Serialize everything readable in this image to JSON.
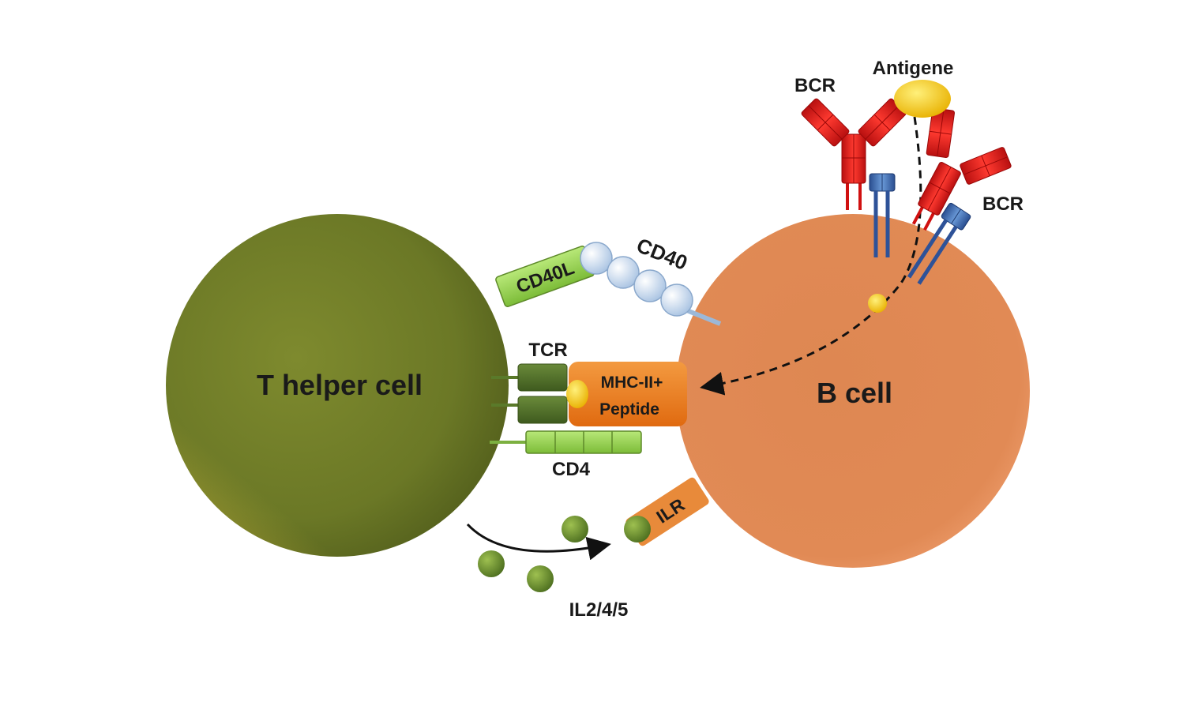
{
  "labels": {
    "t_helper_cell": "T helper cell",
    "b_cell": "B cell",
    "cd40l": "CD40L",
    "cd40": "CD40",
    "tcr": "TCR",
    "mhc_line1": "MHC-II+",
    "mhc_line2": "Peptide",
    "cd4": "CD4",
    "ilr": "ILR",
    "interleukins": "IL2/4/5",
    "antigen": "Antigene",
    "bcr_left": "BCR",
    "bcr_right": "BCR"
  },
  "colors": {
    "t_cell": "#6b7a2a",
    "b_cell": "#e08a55",
    "bcr": "#e02020",
    "receptor_blue": "#3a66b0",
    "antigen": "#f3c21a",
    "cd40l": "#8fc050",
    "cd40_beads": "#d6e4f4",
    "tcr": "#4e6a2a",
    "mhc": "#f07a20",
    "cd4": "#9ed860",
    "ilr": "#e88a3a",
    "cytokine": "#6a8f30"
  }
}
